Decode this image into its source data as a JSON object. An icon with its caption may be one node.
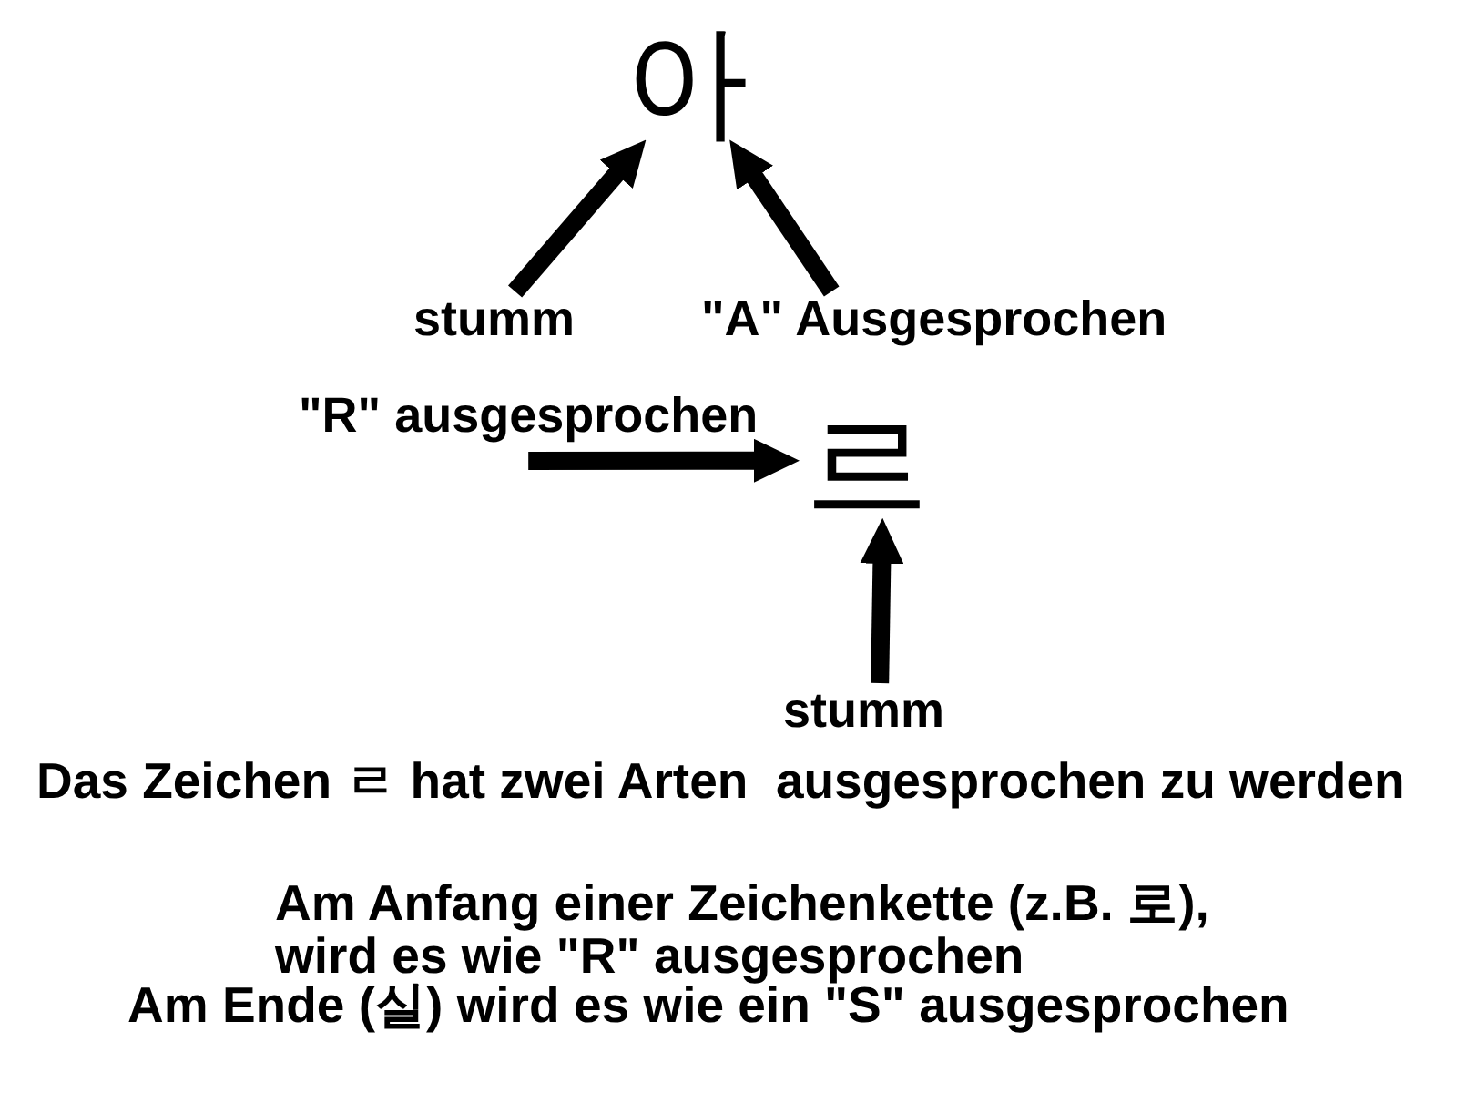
{
  "diagram": {
    "nodes": [
      {
        "text": [
          "아"
        ]
      },
      {
        "text": [
          "stumm"
        ]
      },
      {
        "text": [
          "\"A\" Ausgesprochen"
        ]
      },
      {
        "text": [
          "\"R\" ausgesprochen"
        ]
      },
      {
        "text": [
          "르"
        ]
      },
      {
        "text": [
          "stumm"
        ]
      }
    ],
    "edges": [
      {
        "from": 1,
        "to": 0,
        "arrow": "to"
      },
      {
        "from": 2,
        "to": 0,
        "arrow": "to"
      },
      {
        "from": 3,
        "to": 4,
        "arrow": "to"
      },
      {
        "from": 5,
        "to": 4,
        "arrow": "to"
      }
    ],
    "labels": [
      "Das Zeichen ㄹ hat zwei Arten  ausgesprochen zu werden",
      "Am Anfang einer Zeichenkette (z.B. 로), wird es wie \"R\" ausgesprochen",
      "Am Ende (실) wird es wie ein \"S\" ausgesprochen"
    ]
  }
}
